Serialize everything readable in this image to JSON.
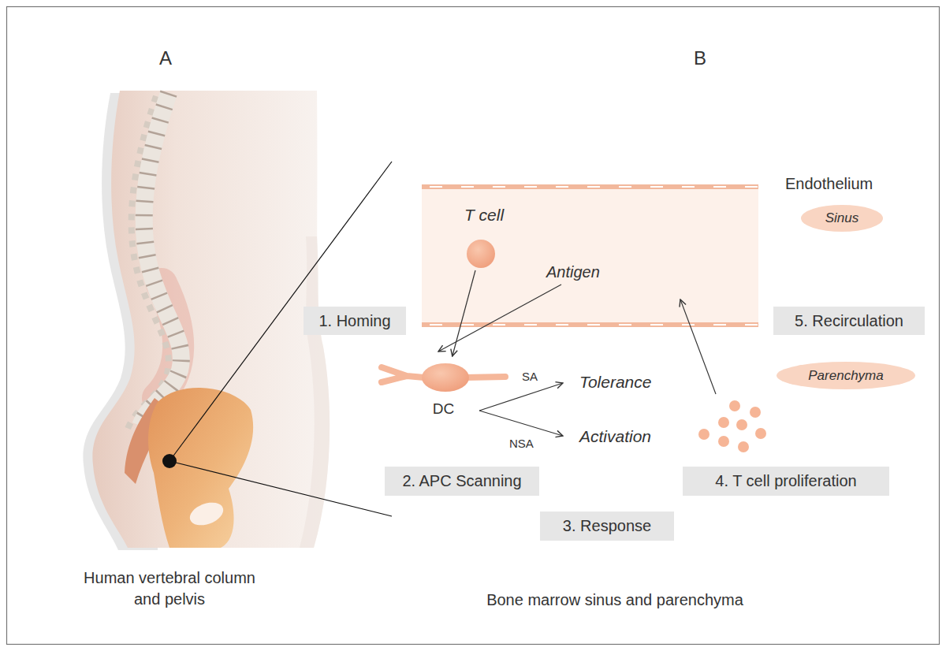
{
  "diagram": {
    "nodes": [
      {
        "text": [
          "T cell"
        ]
      },
      {
        "text": [
          "Sinus"
        ]
      },
      {
        "text": [
          "1. Homing"
        ]
      },
      {
        "text": [
          "5. Recirculation"
        ]
      },
      {
        "text": [
          "DC"
        ]
      },
      {
        "text": [
          "Parenchyma"
        ]
      },
      {
        "text": [
          "2. APC Scanning"
        ]
      },
      {
        "text": [
          "4. T cell proliferation"
        ]
      },
      {
        "text": [
          "3. Response"
        ]
      }
    ],
    "edges": [
      {
        "from": 0,
        "to": 4,
        "arrow": "to"
      }
    ],
    "labels": [
      "A",
      "B",
      "Endothelium",
      "Antigen",
      "SA",
      "Tolerance",
      "NSA",
      "Activation",
      "Human vertebral column and pelvis",
      "Bone marrow sinus and parenchyma"
    ]
  }
}
